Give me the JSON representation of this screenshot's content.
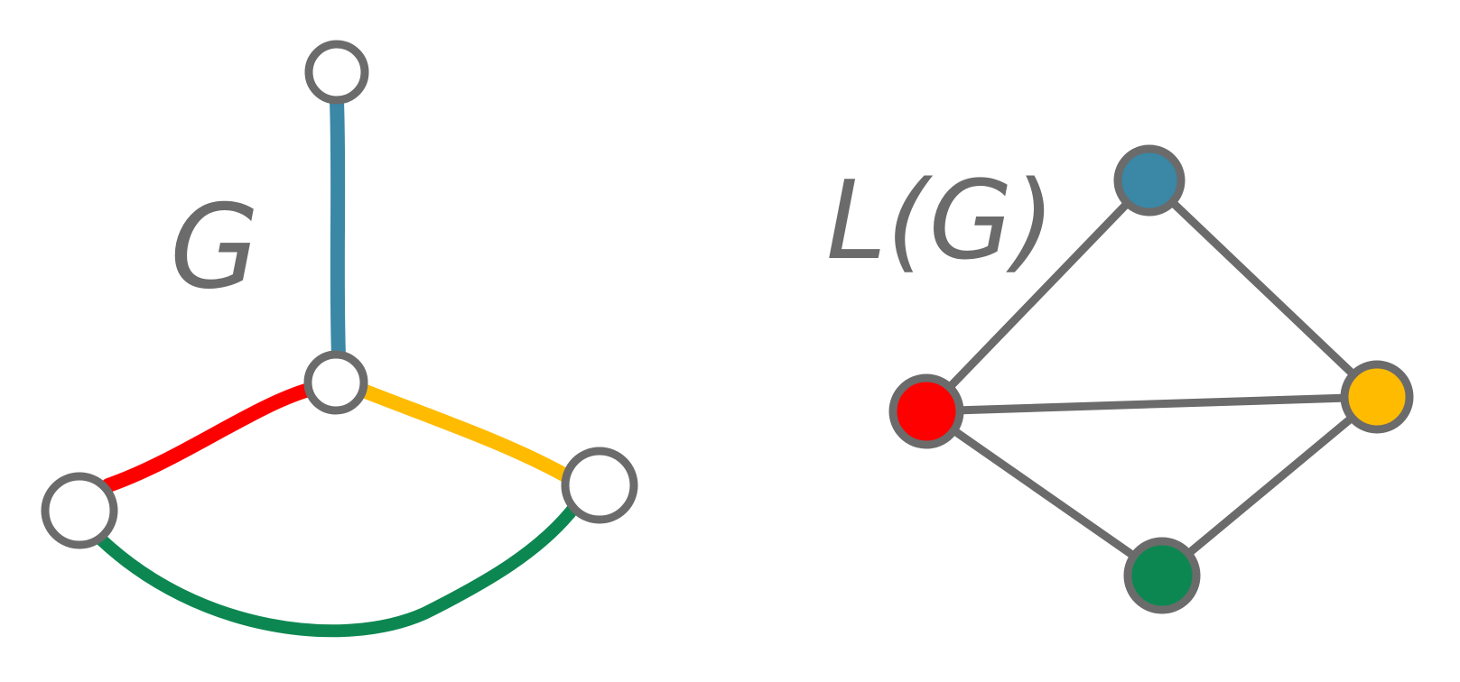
{
  "graph_g": {
    "label": "G",
    "node_fill": "#ffffff",
    "edges": [
      {
        "name": "edge-blue",
        "from": "top",
        "to": "hub",
        "color": "#3a87a6"
      },
      {
        "name": "edge-red",
        "from": "hub",
        "to": "left",
        "color": "#ff0000"
      },
      {
        "name": "edge-yellow",
        "from": "hub",
        "to": "right",
        "color": "#ffbb00"
      },
      {
        "name": "edge-green",
        "from": "left",
        "to": "right",
        "color": "#0d8751"
      }
    ]
  },
  "line_graph": {
    "label": "L(G)",
    "nodes": [
      {
        "name": "blue",
        "color": "#3a87a6"
      },
      {
        "name": "red",
        "color": "#ff0000"
      },
      {
        "name": "yellow",
        "color": "#ffbb00"
      },
      {
        "name": "green",
        "color": "#0d8751"
      }
    ],
    "edges": [
      [
        "blue",
        "red"
      ],
      [
        "blue",
        "yellow"
      ],
      [
        "red",
        "yellow"
      ],
      [
        "red",
        "green"
      ],
      [
        "yellow",
        "green"
      ]
    ]
  },
  "stroke_color": "#6b6b6b"
}
